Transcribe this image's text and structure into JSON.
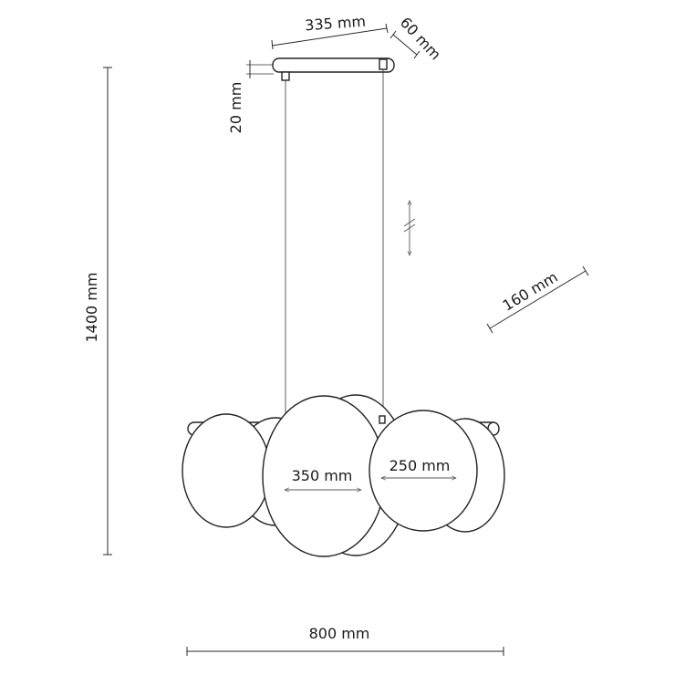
{
  "dimensions": {
    "canopy_length": "335 mm",
    "canopy_depth": "60 mm",
    "canopy_height": "20 mm",
    "total_height": "1400 mm",
    "lower_part_depth": "160 mm",
    "large_disc_diameter": "350 mm",
    "small_disc_diameter": "250 mm",
    "total_width": "800 mm"
  }
}
